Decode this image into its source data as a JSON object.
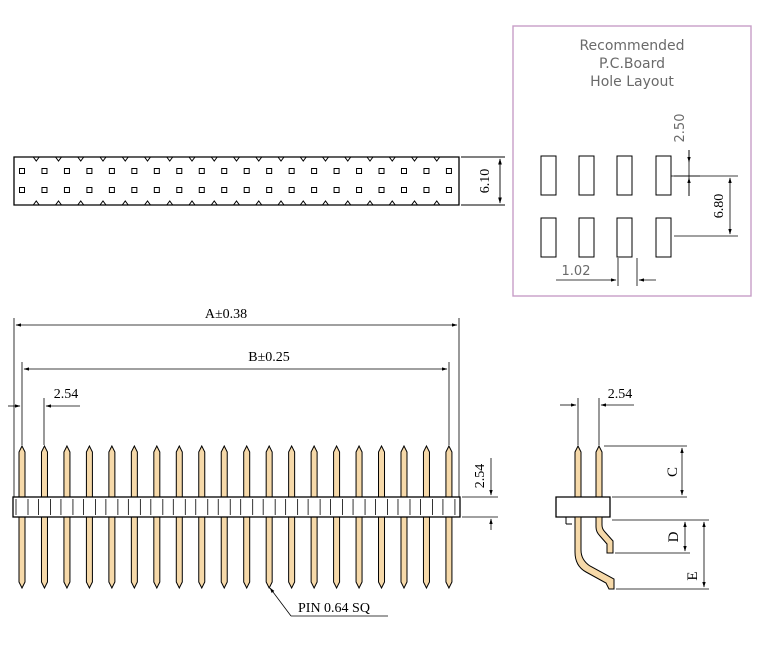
{
  "recommended_box": {
    "title_line1": "Recommended",
    "title_line2": "P.C.Board",
    "title_line3": "Hole  Layout",
    "dim_pitch_v": "2.50",
    "dim_row_gap": "6.80",
    "dim_hole_w": "1.02",
    "border_color": "#c79ec7"
  },
  "top_view": {
    "dim_height": "6.10",
    "pins_per_row": 20
  },
  "front_view": {
    "dim_A": "A±0.38",
    "dim_B": "B±0.25",
    "dim_pitch": "2.54",
    "dim_housing": "2.54",
    "pin_note": "PIN 0.64 SQ",
    "pin_count": 20
  },
  "side_view": {
    "dim_pitch": "2.54",
    "dim_C": "C",
    "dim_D": "D",
    "dim_E": "E"
  },
  "colors": {
    "line": "#000000",
    "pin_fill": "#f6d9a9"
  }
}
